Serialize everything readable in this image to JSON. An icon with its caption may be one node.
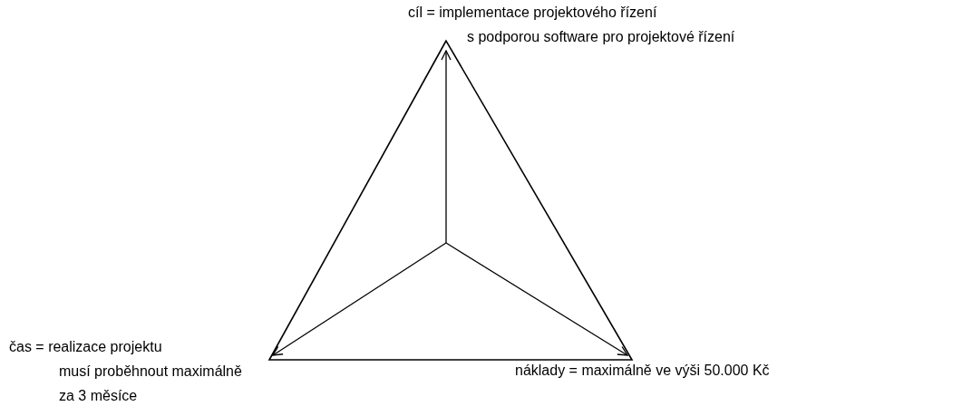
{
  "diagram": {
    "nodes": [
      {
        "text": [
          "cíl = implementace projektového řízení s podporou software pro projektové řízení"
        ]
      },
      {
        "text": [
          "čas = realizace projektu musí proběhnout maximálně za 3 měsíce"
        ]
      },
      {
        "text": [
          "náklady = maximálně ve výši 50.000 Kč"
        ]
      }
    ],
    "edges": [
      {
        "from": null,
        "to": 0,
        "arrow": "to"
      },
      {
        "from": null,
        "to": 1,
        "arrow": "to"
      },
      {
        "from": null,
        "to": 2,
        "arrow": "to"
      }
    ]
  }
}
